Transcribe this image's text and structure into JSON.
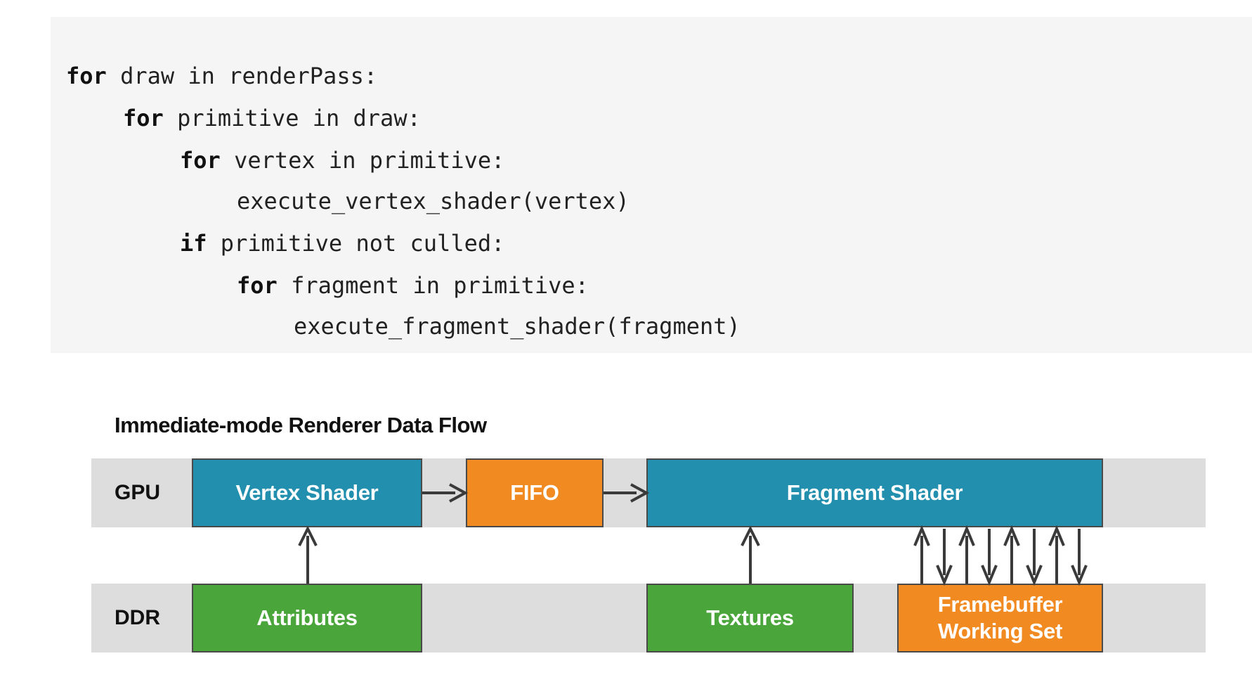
{
  "code": {
    "lines": [
      {
        "indent": 0,
        "keyword": "for",
        "rest": " draw in renderPass:"
      },
      {
        "indent": 1,
        "keyword": "for",
        "rest": " primitive in draw:"
      },
      {
        "indent": 2,
        "keyword": "for",
        "rest": " vertex in primitive:"
      },
      {
        "indent": 3,
        "keyword": "",
        "rest": "execute_vertex_shader(vertex)"
      },
      {
        "indent": 2,
        "keyword": "if",
        "rest": " primitive not culled:"
      },
      {
        "indent": 3,
        "keyword": "for",
        "rest": " fragment in primitive:"
      },
      {
        "indent": 4,
        "keyword": "",
        "rest": "execute_fragment_shader(fragment)"
      }
    ]
  },
  "diagram": {
    "title": "Immediate-mode Renderer Data Flow",
    "lanes": {
      "gpu": "GPU",
      "ddr": "DDR"
    },
    "boxes": {
      "vertex_shader": "Vertex Shader",
      "fifo": "FIFO",
      "fragment_shader": "Fragment Shader",
      "attributes": "Attributes",
      "textures": "Textures",
      "framebuffer_line1": "Framebuffer",
      "framebuffer_line2": "Working Set"
    },
    "colors": {
      "shader": "#238fae",
      "buffer": "#f28a22",
      "memory": "#4aa63b",
      "lane": "#dddddd",
      "code_bg": "#f5f5f5"
    }
  }
}
